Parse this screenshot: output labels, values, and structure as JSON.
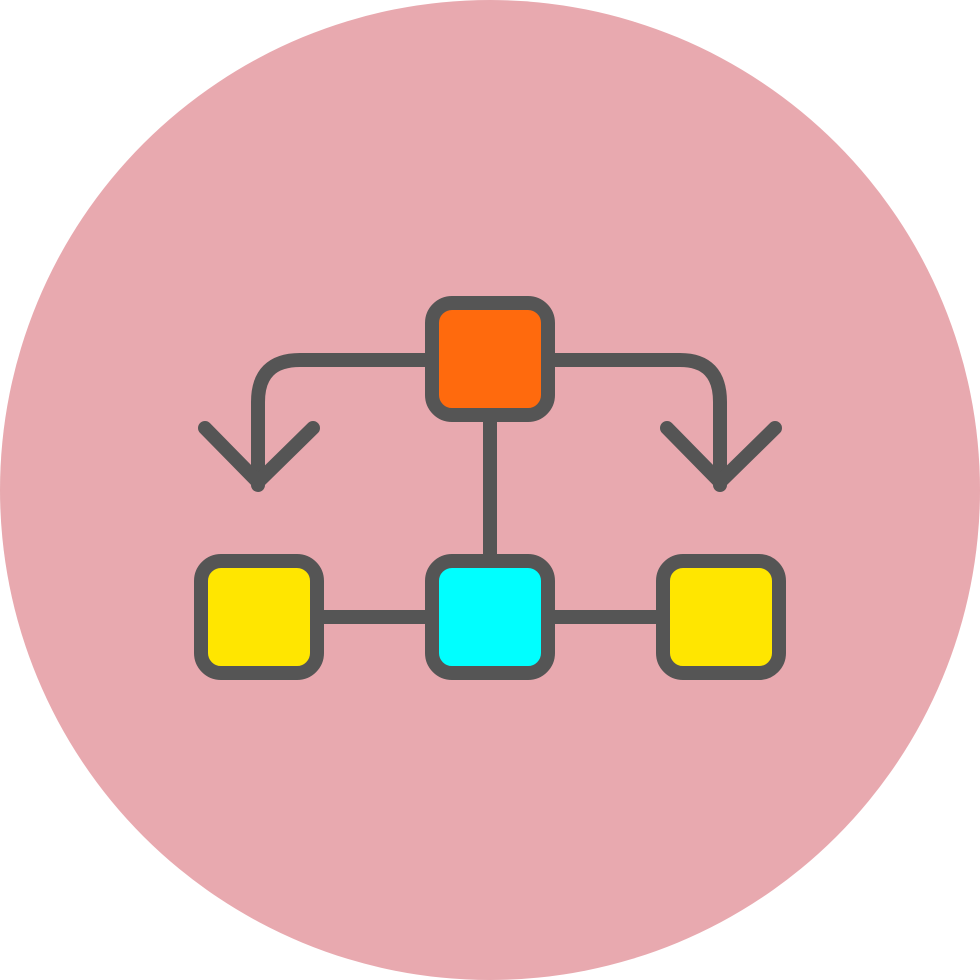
{
  "icon": {
    "name": "flowchart-hierarchy-icon",
    "colors": {
      "background_circle": "#E8A9AF",
      "stroke": "#555555",
      "top_node_fill": "#FF6A0D",
      "center_node_fill": "#00FFFF",
      "side_node_fill": "#FFE600"
    },
    "nodes": [
      {
        "id": "top",
        "icon": "square-node-icon",
        "role": "root"
      },
      {
        "id": "bottom-left",
        "icon": "square-node-icon",
        "role": "child"
      },
      {
        "id": "bottom-center",
        "icon": "square-node-icon",
        "role": "child"
      },
      {
        "id": "bottom-right",
        "icon": "square-node-icon",
        "role": "child"
      }
    ],
    "arrows": [
      {
        "id": "left",
        "icon": "arrow-down-icon"
      },
      {
        "id": "right",
        "icon": "arrow-down-icon"
      }
    ]
  }
}
